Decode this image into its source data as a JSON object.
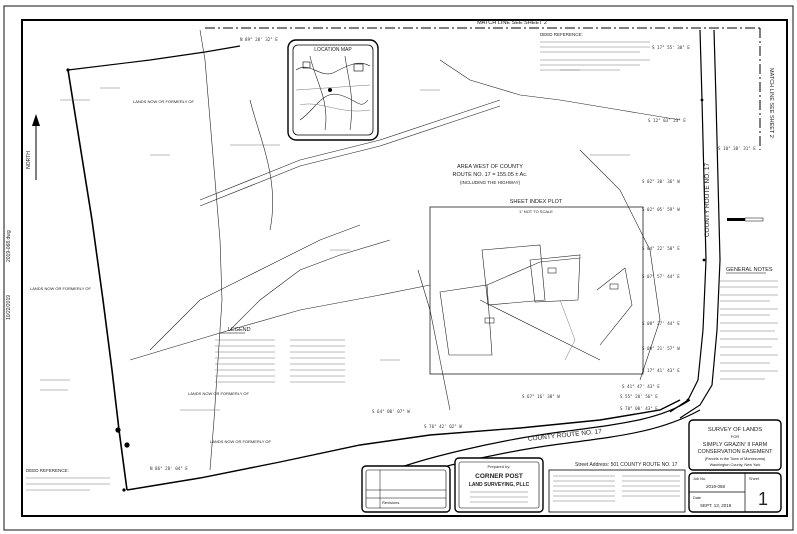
{
  "match_line": "MATCH LINE SEE SHEET 2",
  "match_line_side": "MATCH LINE SEE SHEET 2",
  "location_map": {
    "title": "LOCATION MAP"
  },
  "deed_reference_top": "DEED REFERENCE:",
  "area_label": {
    "line1": "AREA WEST OF COUNTY",
    "line2": "ROUTE NO. 17 = 155.05 ± Ac.",
    "line3": "(INCLUDING THE HIGHWAY)"
  },
  "sheet_index": {
    "title": "SHEET INDEX PLOT",
    "scale": "1\" NOT TO SCALE"
  },
  "north_arrow": "NORTH",
  "road_right": "COUNTY ROUTE NO. 17",
  "road_bottom": "COUNTY ROUTE NO. 17",
  "bearings": [
    "N 89° 28' 32\" E",
    "S 17° 55' 30\" E",
    "S 12° 03' 23\" E",
    "S 10° 38' 31\" E",
    "S 02° 30' 36\" W",
    "S 02° 05' 59\" W",
    "S 04° 22' 50\" E",
    "S 07° 57' 44\" E",
    "S 08° 27' 44\" E",
    "S 09° 21' 57\" W",
    "S 17° 41' 43\" E",
    "S 41° 47' 43\" E",
    "S 55° 20' 56\" E",
    "S 70° 00' 43\" E",
    "S 64° 00' 07\" W",
    "S 76° 42' 02\" W",
    "N 86° 28' 04\" E",
    "S 67° 16' 38\" W"
  ],
  "adjoiners": [
    "LANDS NOW OR FORMERLY OF",
    "LANDS NOW OR FORMERLY OF",
    "LANDS NOW OR FORMERLY OF",
    "LANDS NOW OR FORMERLY OF"
  ],
  "legend": {
    "title": "LEGEND"
  },
  "general_notes": {
    "title": "GENERAL NOTES"
  },
  "deed_reference_bottom": "DEED REFERENCE:",
  "left_margin_text": "2019-068.dwg",
  "left_margin_date": "10/22/2019",
  "street_address": "Street Address: 501 COUNTY ROUTE NO. 17",
  "title_block": {
    "line1": "SURVEY OF LANDS",
    "line2": "FOR",
    "line3": "SIMPLY GRAZIN' II FARM",
    "line4": "CONSERVATION EASEMENT",
    "line5": "(Parcels in the Town of Montezuma)",
    "line6": "Washington County, New York"
  },
  "firm": {
    "prepared_by": "Prepared by:",
    "name1": "CORNER POST",
    "name2": "LAND SURVEYING, PLLC"
  },
  "sheet_meta": {
    "job_label": "Job No.",
    "job_value": "2019-068",
    "date_label": "Date",
    "date_value": "SEPT. 13, 2019",
    "sheet_label": "Sheet",
    "sheet_value": "1",
    "revisions": "Revisions"
  }
}
